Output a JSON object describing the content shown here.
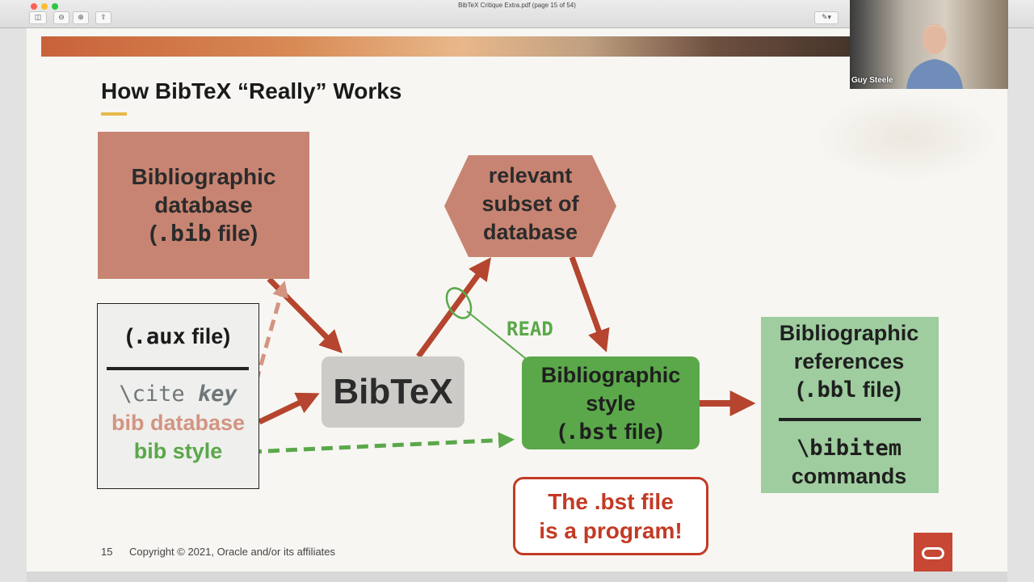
{
  "window": {
    "title": "BibTeX Critique Extra.pdf (page 15 of 54)"
  },
  "toolbar": {
    "sidebar_icon": "sidebar-icon",
    "zoom_out_icon": "zoom-out-icon",
    "zoom_in_icon": "zoom-in-icon",
    "share_icon": "share-icon",
    "markup_icon": "markup-pen-icon"
  },
  "slide": {
    "title": "How BibTeX “Really” Works",
    "database_box": {
      "line1": "Bibliographic",
      "line2": "database",
      "line3_open": "(",
      "line3_code": ".bib",
      "line3_rest": " file)"
    },
    "aux_box": {
      "title_open": "(",
      "title_code": ".aux",
      "title_rest": " file)",
      "cite_cmd": "\\cite ",
      "cite_key": "key",
      "bib_database": "bib database",
      "bib_style": "bib style"
    },
    "bibtex_label": "BibTeX",
    "subset_box": {
      "line1": "relevant",
      "line2": "subset of",
      "line3": "database"
    },
    "style_box": {
      "line1": "Bibliographic",
      "line2": "style",
      "line3_open": "(",
      "line3_code": ".bst",
      "line3_rest": " file)"
    },
    "refs_box": {
      "line1": "Bibliographic",
      "line2": "references",
      "line3_open": "(",
      "line3_code": ".bbl",
      "line3_rest": " file)",
      "cmd_code": "\\bibitem",
      "cmd_text": "commands"
    },
    "read_label": "READ",
    "callout": {
      "line1": "The .bst file",
      "line2": "is a program!"
    },
    "page_number": "15",
    "copyright": "Copyright © 2021, Oracle and/or its affiliates"
  },
  "video": {
    "name": "Guy Steele"
  },
  "colors": {
    "database": "#c88472",
    "arrow_brown": "#b5452e",
    "style_green": "#5aa84a",
    "refs_green": "#9fcd9f",
    "callout_red": "#c33a25",
    "oracle_red": "#c74634"
  }
}
